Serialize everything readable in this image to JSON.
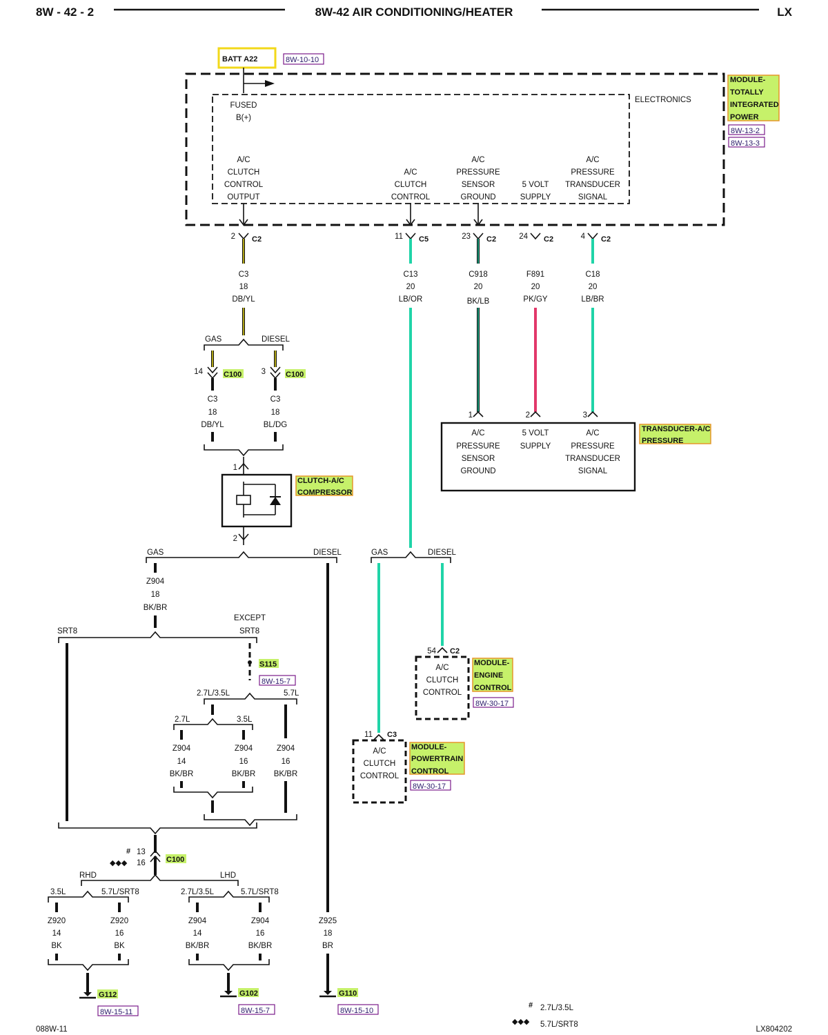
{
  "header": {
    "page_number": "8W - 42 - 2",
    "title": "8W-42 AIR CONDITIONING/HEATER",
    "model": "LX"
  },
  "top": {
    "batt": "BATT A22",
    "batt_ref": "8W-10-10",
    "fused": [
      "FUSED",
      "B(+)"
    ],
    "electronics": "ELECTRONICS"
  },
  "tipm": {
    "name": [
      "MODULE-",
      "TOTALLY",
      "INTEGRATED",
      "POWER"
    ],
    "refs": [
      "8W-13-2",
      "8W-13-3"
    ]
  },
  "tipm_pins": [
    {
      "label": [
        "A/C",
        "CLUTCH",
        "CONTROL",
        "OUTPUT"
      ],
      "pin": "2",
      "conn": "C2",
      "circuit": "C3",
      "gauge": "18",
      "color": "DB/YL"
    },
    {
      "label": [
        "A/C",
        "CLUTCH",
        "CONTROL"
      ],
      "pin": "11",
      "conn": "C5",
      "circuit": "C13",
      "gauge": "20",
      "color": "LB/OR"
    },
    {
      "label": [
        "A/C",
        "PRESSURE",
        "SENSOR",
        "GROUND"
      ],
      "pin": "23",
      "conn": "C2",
      "circuit": "C918",
      "gauge": "20",
      "color": "BK/LB"
    },
    {
      "label": [
        "5 VOLT",
        "SUPPLY"
      ],
      "pin": "24",
      "conn": "C2",
      "circuit": "F891",
      "gauge": "20",
      "color": "PK/GY"
    },
    {
      "label": [
        "A/C",
        "PRESSURE",
        "TRANSDUCER",
        "SIGNAL"
      ],
      "pin": "4",
      "conn": "C2",
      "circuit": "C18",
      "gauge": "20",
      "color": "LB/BR"
    }
  ],
  "transducer": {
    "name": [
      "TRANSDUCER-A/C",
      "PRESSURE"
    ],
    "pins": [
      {
        "pin": "1",
        "label": [
          "A/C",
          "PRESSURE",
          "SENSOR",
          "GROUND"
        ]
      },
      {
        "pin": "2",
        "label": [
          "5 VOLT",
          "SUPPLY"
        ]
      },
      {
        "pin": "3",
        "label": [
          "A/C",
          "PRESSURE",
          "TRANSDUCER",
          "SIGNAL"
        ]
      }
    ]
  },
  "gas_diesel_split": {
    "gas": "GAS",
    "diesel": "DIESEL",
    "gas_wire": {
      "pin": "14",
      "conn": "C100",
      "circuit": "C3",
      "gauge": "18",
      "color": "DB/YL"
    },
    "diesel_wire": {
      "pin": "3",
      "conn": "C100",
      "circuit": "C3",
      "gauge": "18",
      "color": "BL/DG"
    }
  },
  "clutch": {
    "name": [
      "CLUTCH-A/C",
      "COMPRESSOR"
    ],
    "pin_top": "1",
    "pin_bottom": "2"
  },
  "ground_split": {
    "gas": "GAS",
    "diesel": "DIESEL",
    "z904": {
      "circuit": "Z904",
      "gauge": "18",
      "color": "BK/BR"
    },
    "srt8": "SRT8",
    "except_srt8": [
      "EXCEPT",
      "SRT8"
    ],
    "splice": "S115",
    "splice_ref": "8W-15-7",
    "engine_a": "2.7L/3.5L",
    "engine_b": "5.7L",
    "engine_27": "2.7L",
    "engine_35": "3.5L",
    "wires": [
      {
        "circuit": "Z904",
        "gauge": "14",
        "color": "BK/BR"
      },
      {
        "circuit": "Z904",
        "gauge": "16",
        "color": "BK/BR"
      },
      {
        "circuit": "Z904",
        "gauge": "16",
        "color": "BK/BR"
      }
    ]
  },
  "c100_bottom": {
    "conn": "C100",
    "pin_a": "13",
    "pin_b": "16",
    "rhd": "RHD",
    "lhd": "LHD",
    "rhd_a": "3.5L",
    "rhd_b": "5.7L/SRT8",
    "lhd_a": "2.7L/3.5L",
    "lhd_b": "5.7L/SRT8",
    "wires": [
      {
        "circuit": "Z920",
        "gauge": "14",
        "color": "BK"
      },
      {
        "circuit": "Z920",
        "gauge": "16",
        "color": "BK"
      },
      {
        "circuit": "Z904",
        "gauge": "14",
        "color": "BK/BR"
      },
      {
        "circuit": "Z904",
        "gauge": "16",
        "color": "BK/BR"
      }
    ],
    "diesel_wire": {
      "circuit": "Z925",
      "gauge": "18",
      "color": "BR"
    }
  },
  "grounds": [
    {
      "name": "G112",
      "ref": "8W-15-11"
    },
    {
      "name": "G102",
      "ref": "8W-15-7"
    },
    {
      "name": "G110",
      "ref": "8W-15-10"
    }
  ],
  "c13_split": {
    "gas": "GAS",
    "diesel": "DIESEL"
  },
  "ecm": {
    "pin": "54",
    "conn": "C2",
    "label": [
      "A/C",
      "CLUTCH",
      "CONTROL"
    ],
    "name": [
      "MODULE-",
      "ENGINE",
      "CONTROL"
    ],
    "ref": "8W-30-17"
  },
  "pcm": {
    "pin": "11",
    "conn": "C3",
    "label": [
      "A/C",
      "CLUTCH",
      "CONTROL"
    ],
    "name": [
      "MODULE-",
      "POWERTRAIN",
      "CONTROL"
    ],
    "ref": "8W-30-17"
  },
  "legend": {
    "hash_symbol": "#",
    "hash_label": "2.7L/3.5L",
    "diamond_symbol": "◆◆◆",
    "diamond_label": "5.7L/SRT8"
  },
  "footer": {
    "left": "088W-11",
    "right": "LX804202"
  },
  "colors": {
    "yellow_wire": "#f2e21a",
    "teal_wire": "#20d4a8",
    "pink_wire": "#e2386a",
    "label_fill": "#c6f16a",
    "label_border": "#e6952a",
    "ref_border": "#7a1a8a"
  }
}
